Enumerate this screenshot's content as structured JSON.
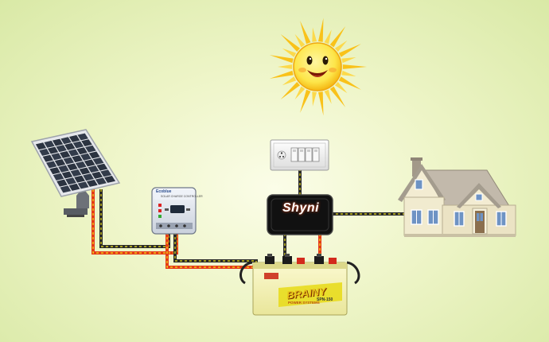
{
  "inverter": {
    "label": "Shyni"
  },
  "battery": {
    "brand": "BRAINY",
    "tagline": "POWER SYSTEMS",
    "model": "SPN-150"
  },
  "charge_controller": {
    "brand": "Ecoblue",
    "title": "SOLAR CHARGE CONTROLLER"
  },
  "colors": {
    "background": "#e4efb7",
    "sun": "#fde64a",
    "sun_rays": "#f9c21a",
    "panel_cells": "#2b3340",
    "inverter_body": "#111111",
    "battery_body": "#f7f4b0",
    "battery_stripe": "#e8dc1e",
    "wire_red": "#e53b18",
    "wire_yellow": "#f1e61a",
    "wire_black": "#2a2a2a",
    "house_walls": "#ece5c9",
    "house_roof": "#b8b0a2"
  }
}
